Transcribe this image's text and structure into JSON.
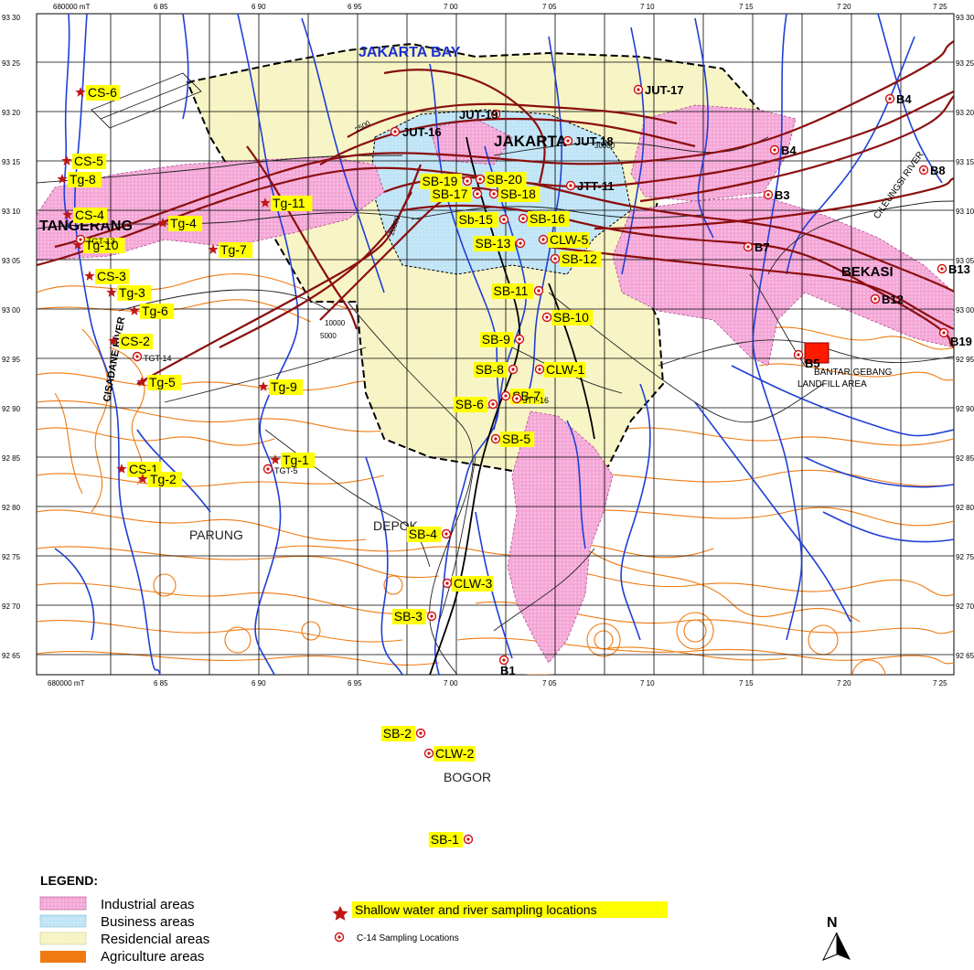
{
  "map": {
    "colors": {
      "industrial": "#f4a6d7",
      "business": "#bfe4f6",
      "residential": "#f7f4c3",
      "agriculture": "#f07a10",
      "river": "#1f3fd6",
      "contour": "#8a0f0f",
      "label_highlight": "#ffff00",
      "star": "#c01515",
      "point": "#d01010"
    },
    "top_ticks": [
      {
        "label": "680000 mT"
      },
      {
        "label": "6 85"
      },
      {
        "label": "6 90"
      },
      {
        "label": "6 95"
      },
      {
        "label": "7 00"
      },
      {
        "label": "7 05"
      },
      {
        "label": "7 10"
      },
      {
        "label": "7 15"
      },
      {
        "label": "7 20"
      },
      {
        "label": "7 25"
      }
    ],
    "bottom_ticks": [
      {
        "label": "680000 mT"
      },
      {
        "label": "6 85"
      },
      {
        "label": "6 90"
      },
      {
        "label": "6 95"
      },
      {
        "label": "7 00"
      },
      {
        "label": "7 05"
      },
      {
        "label": "7 10"
      },
      {
        "label": "7 15"
      },
      {
        "label": "7 20"
      },
      {
        "label": "7 25"
      }
    ],
    "left_ticks": [
      "93 30",
      "93 25",
      "93 20",
      "93 15",
      "93 10",
      "93 05",
      "93 00",
      "92 95",
      "92 90",
      "92 85",
      "92 80",
      "92 75",
      "92 70",
      "92 65"
    ],
    "right_ticks": [
      "93 30",
      "93 25",
      "93 20",
      "93 15",
      "93 10",
      "93 05",
      "93 00",
      "92 95",
      "92 90",
      "92 85",
      "92 80",
      "92 75",
      "92 70",
      "92 65"
    ],
    "place_names": {
      "jakarta_bay": "JAKARTA BAY",
      "jakarta": "JAKARTA",
      "tangerang": "TANGERANG",
      "bekasi": "BEKASI",
      "parung": "PARUNG",
      "depok": "DEPOK",
      "bogor": "BOGOR",
      "bantar_gebang_1": "BANTAR GEBANG",
      "bantar_gebang_2": "LANDFILL AREA",
      "cisadane_river": "CISADANE RIVER",
      "cileungsi_river": "CILEUNGSI RIVER"
    },
    "contour_labels": [
      "5000",
      "10000",
      "20000",
      "30000",
      "2500"
    ],
    "star_sites": [
      {
        "label": "CS-6"
      },
      {
        "label": "CS-5"
      },
      {
        "label": "Tg-8"
      },
      {
        "label": "CS-4"
      },
      {
        "label": "Tg-4"
      },
      {
        "label": "Tg-10"
      },
      {
        "label": "Tg-7"
      },
      {
        "label": "CS-3"
      },
      {
        "label": "Tg-3"
      },
      {
        "label": "Tg-6"
      },
      {
        "label": "CS-2"
      },
      {
        "label": "Tg-5"
      },
      {
        "label": "Tg-9"
      },
      {
        "label": "Tg-1"
      },
      {
        "label": "CS-1"
      },
      {
        "label": "Tg-2"
      },
      {
        "label": "Tg-11"
      }
    ],
    "c14_sites_yellow": [
      {
        "label": "SB-19"
      },
      {
        "label": "SB-20"
      },
      {
        "label": "SB-17"
      },
      {
        "label": "SB-18"
      },
      {
        "label": "Sb-15"
      },
      {
        "label": "SB-16"
      },
      {
        "label": "SB-13"
      },
      {
        "label": "CLW-5"
      },
      {
        "label": "SB-12"
      },
      {
        "label": "SB-11"
      },
      {
        "label": "SB-10"
      },
      {
        "label": "SB-9"
      },
      {
        "label": "SB-8"
      },
      {
        "label": "CLW-1"
      },
      {
        "label": "SB-6"
      },
      {
        "label": "SB-7"
      },
      {
        "label": "SB-5"
      },
      {
        "label": "SB-4"
      },
      {
        "label": "CLW-3"
      },
      {
        "label": "SB-3"
      },
      {
        "label": "SB-2"
      },
      {
        "label": "CLW-2"
      },
      {
        "label": "SB-1"
      }
    ],
    "c14_sites_plain": [
      {
        "label": "JUT-17"
      },
      {
        "label": "JUT-19"
      },
      {
        "label": "JUT-18"
      },
      {
        "label": "JUT-16"
      },
      {
        "label": "JTT-11"
      },
      {
        "label": "B4"
      },
      {
        "label": "B4"
      },
      {
        "label": "B8"
      },
      {
        "label": "B3"
      },
      {
        "label": "B7"
      },
      {
        "label": "B13"
      },
      {
        "label": "B12"
      },
      {
        "label": "B19"
      },
      {
        "label": "B5"
      },
      {
        "label": "B1"
      },
      {
        "label": "TGT-13"
      },
      {
        "label": "TGT-14"
      },
      {
        "label": "TGT-5"
      },
      {
        "label": "JTT-16"
      }
    ]
  },
  "legend": {
    "title": "LEGEND:",
    "industrial": "Industrial areas",
    "business": "Business areas",
    "residential": "Residencial areas",
    "agriculture": "Agriculture areas",
    "shallow": "Shallow water and river sampling locations",
    "c14": "C-14 Sampling Locations",
    "north": "N"
  }
}
